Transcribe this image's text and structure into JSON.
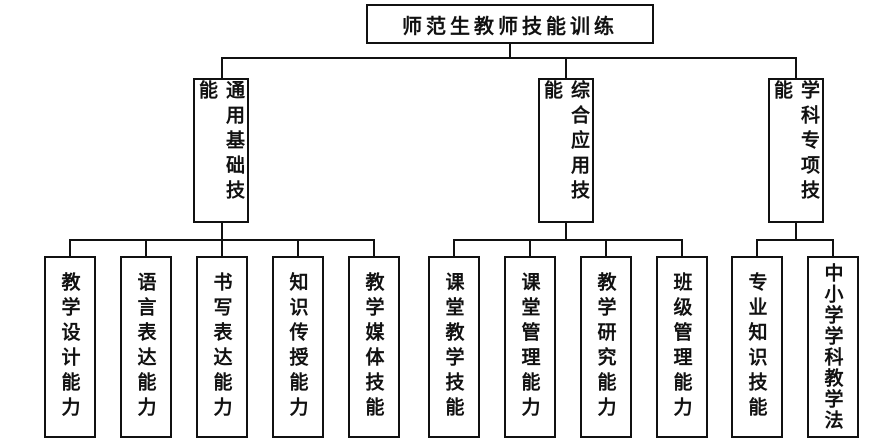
{
  "root": {
    "label": "师范生教师技能训练"
  },
  "groups": [
    {
      "label": "通用基础技能",
      "children": [
        "教学设计能力",
        "语言表达能力",
        "书写表达能力",
        "知识传授能力",
        "教学媒体技能"
      ]
    },
    {
      "label": "综合应用技能",
      "children": [
        "课堂教学技能",
        "课堂管理能力",
        "教学研究能力",
        "班级管理能力"
      ]
    },
    {
      "label": "学科专项技能",
      "children": [
        "专业知识技能",
        "中小学学科教学法"
      ]
    }
  ]
}
